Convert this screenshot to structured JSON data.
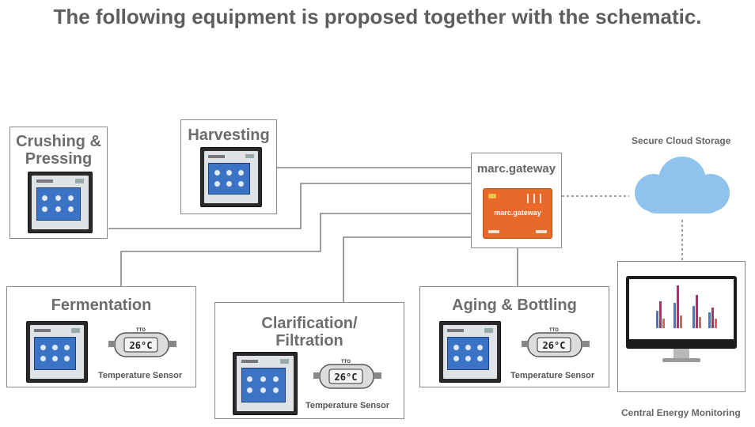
{
  "title": "The following equipment is proposed together with the schematic.",
  "stations": {
    "crushing": {
      "label_line1": "Crushing &",
      "label_line2": "Pressing"
    },
    "harvesting": {
      "label": "Harvesting"
    },
    "fermentation": {
      "label": "Fermentation",
      "sensor_label": "Temperature Sensor"
    },
    "clarification": {
      "label_line1": "Clarification/",
      "label_line2": "Filtration",
      "sensor_label": "Temperature Sensor"
    },
    "aging": {
      "label": "Aging & Bottling",
      "sensor_label": "Temperature Sensor"
    }
  },
  "gateway": {
    "label": "marc.gateway",
    "device_text": "marc.gateway"
  },
  "cloud": {
    "label": "Secure Cloud Storage"
  },
  "monitoring": {
    "label": "Central Energy Monitoring"
  },
  "sensor_display": "26°C",
  "sensor_brand": "TTO",
  "colors": {
    "gateway": "#e8692a",
    "cloud": "#8fc3ee",
    "hmi_screen": "#3b73c5"
  }
}
